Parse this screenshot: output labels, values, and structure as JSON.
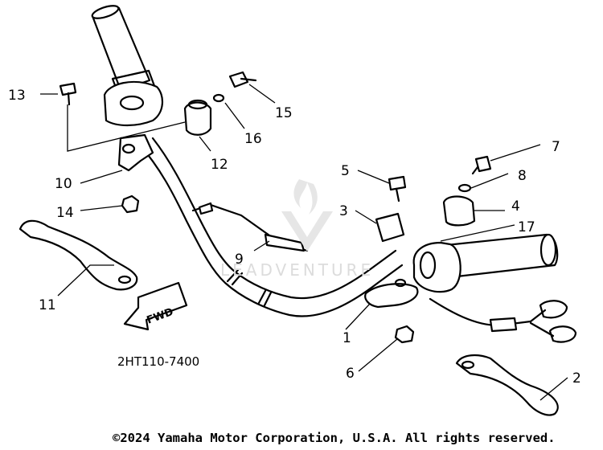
{
  "diagram": {
    "callouts": [
      "1",
      "2",
      "3",
      "4",
      "5",
      "6",
      "7",
      "8",
      "9",
      "10",
      "11",
      "12",
      "13",
      "14",
      "15",
      "16",
      "17"
    ],
    "part_code": "2HT110-7400",
    "direction_label": "FWD",
    "watermark_text": "LEADVENTURE",
    "copyright": "©2024 Yamaha Motor Corporation, U.S.A. All rights reserved."
  }
}
